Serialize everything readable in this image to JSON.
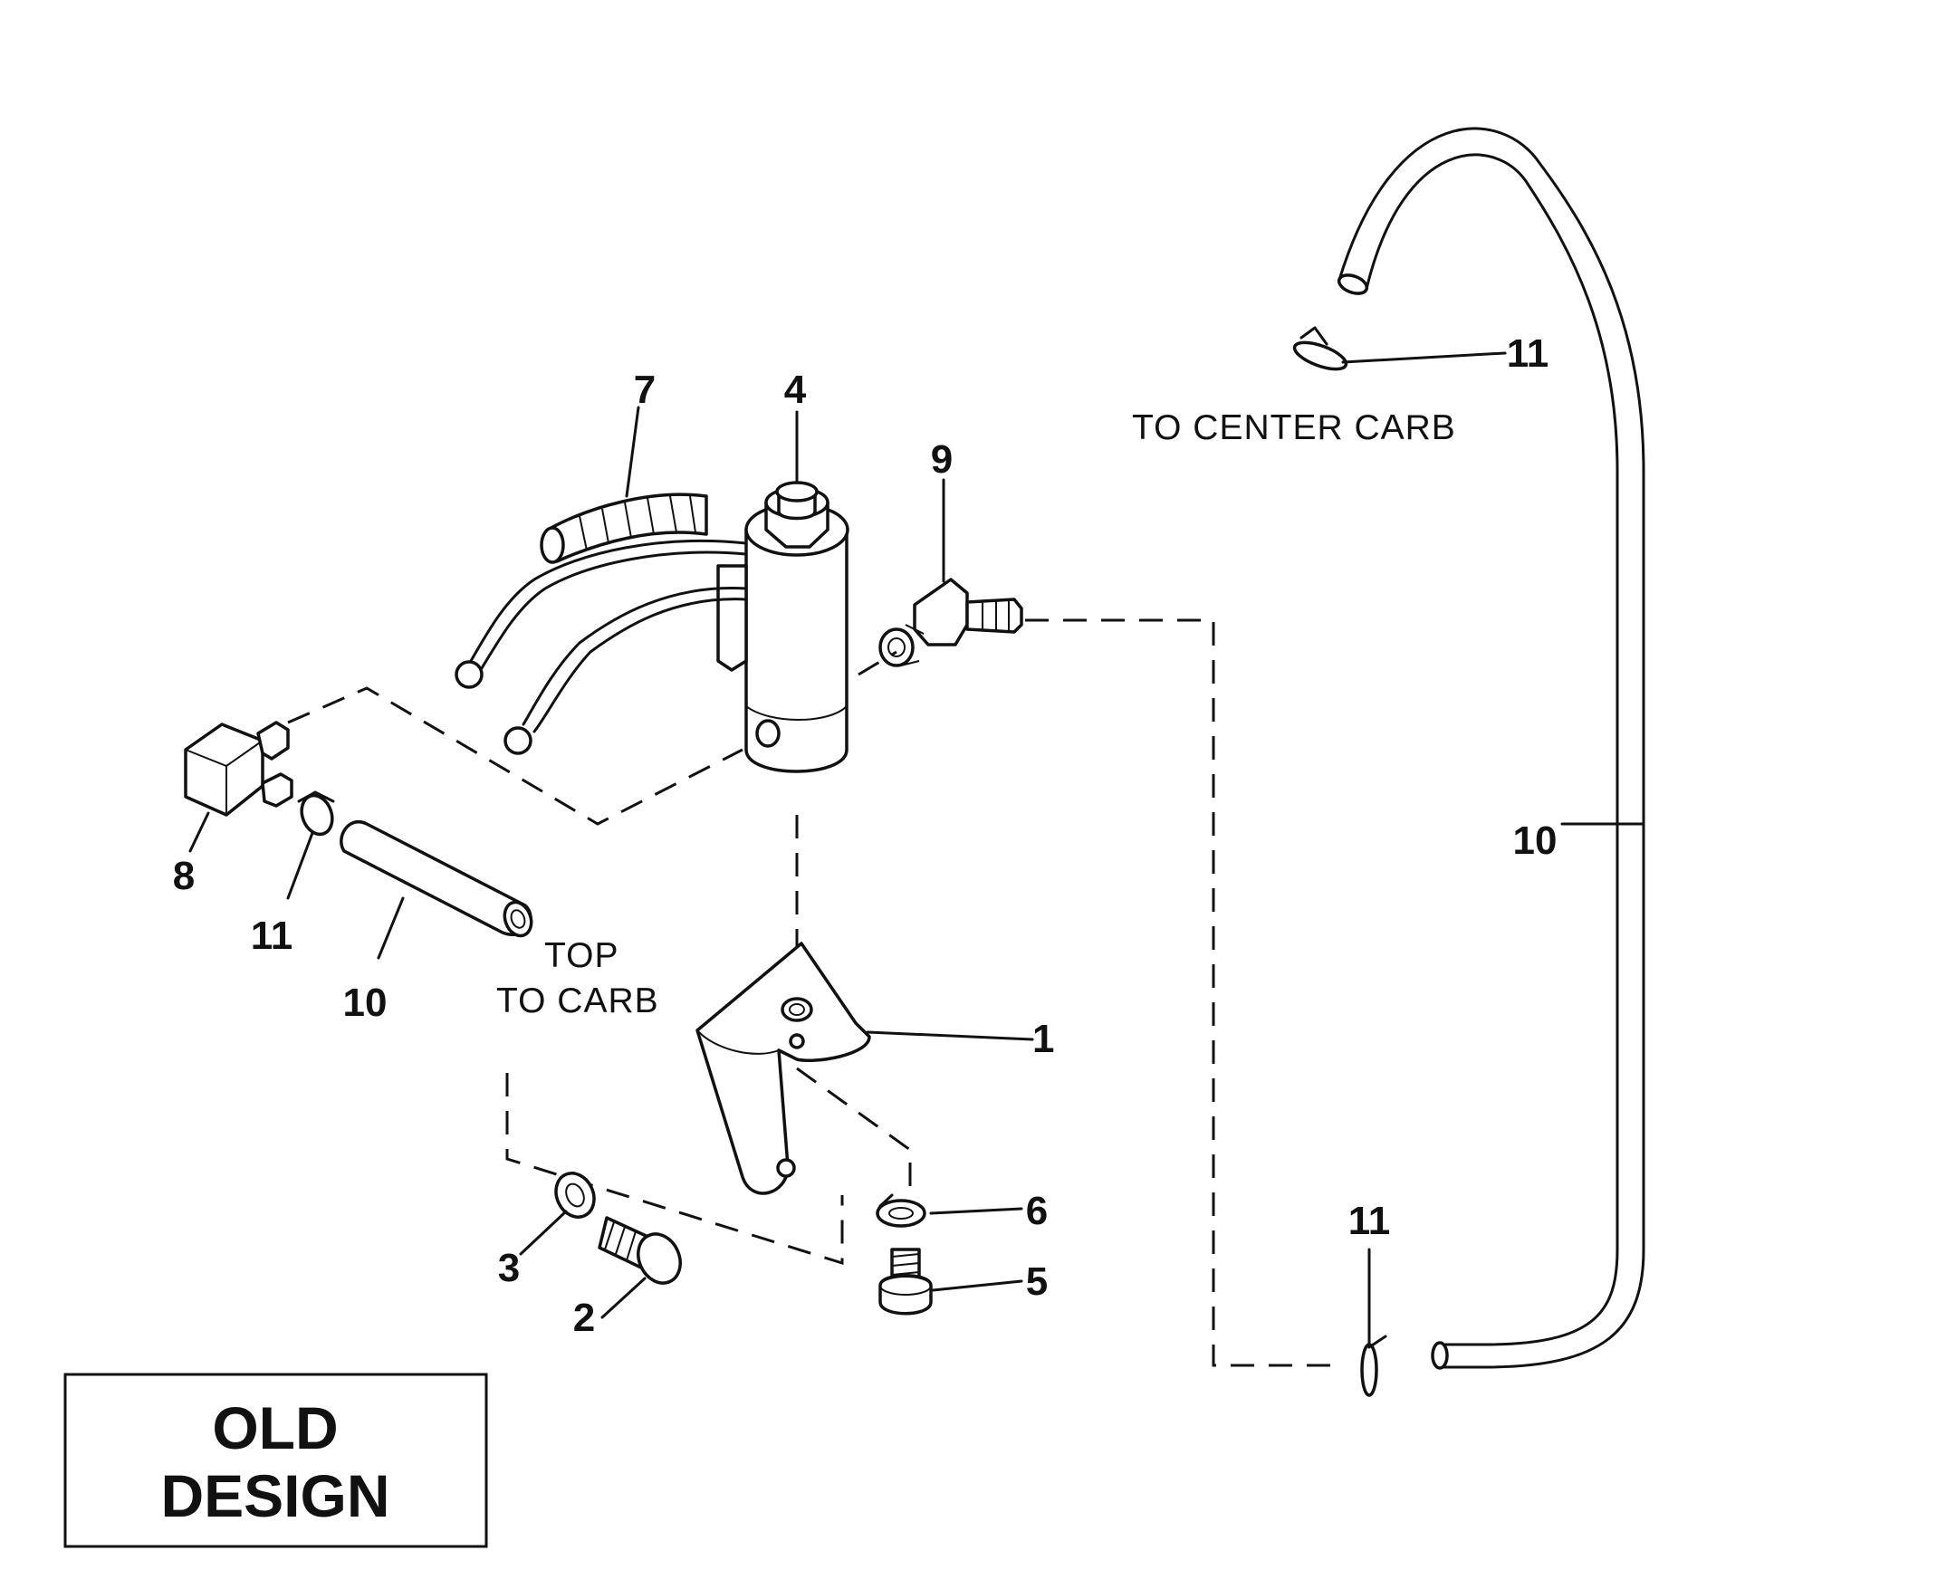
{
  "parts": [
    {
      "id": "1",
      "label": "1"
    },
    {
      "id": "2",
      "label": "2"
    },
    {
      "id": "3",
      "label": "3"
    },
    {
      "id": "4",
      "label": "4"
    },
    {
      "id": "5",
      "label": "5"
    },
    {
      "id": "6",
      "label": "6"
    },
    {
      "id": "7",
      "label": "7"
    },
    {
      "id": "8",
      "label": "8"
    },
    {
      "id": "9",
      "label": "9"
    },
    {
      "id": "10a",
      "label": "10"
    },
    {
      "id": "10b",
      "label": "10"
    },
    {
      "id": "11a",
      "label": "11"
    },
    {
      "id": "11b",
      "label": "11"
    },
    {
      "id": "11c",
      "label": "11"
    }
  ],
  "callouts": {
    "center_carb": "TO CENTER CARB",
    "top": "TOP",
    "to_carb": "TO CARB"
  },
  "design_box": {
    "line1": "OLD",
    "line2": "DESIGN"
  }
}
